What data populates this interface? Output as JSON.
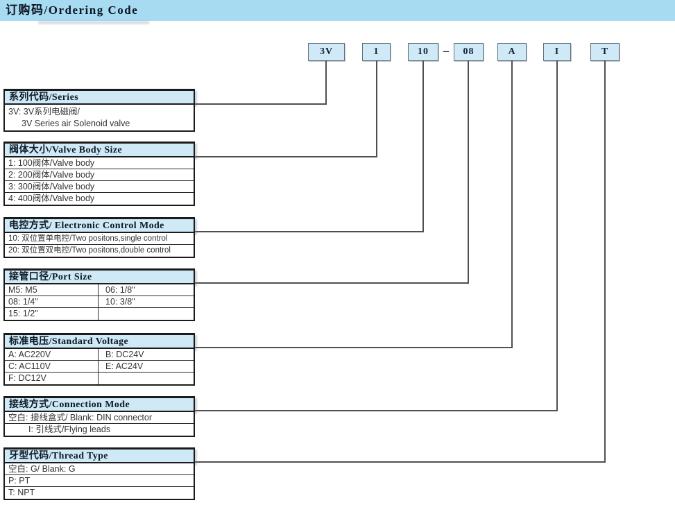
{
  "header": {
    "title": "订购码/Ordering Code"
  },
  "code": {
    "boxes": [
      "3V",
      "1",
      "10",
      "08",
      "A",
      "I",
      "T"
    ],
    "separator": "–"
  },
  "tables": [
    {
      "id": "series",
      "header": "系列代码/Series",
      "rows": [
        {
          "line1": "3V: 3V系列电磁阀/",
          "line2": "3V Series air Solenoid valve"
        }
      ]
    },
    {
      "id": "valve-body-size",
      "header": "阀体大小/Valve Body Size",
      "rows": [
        "1:  100阀体/Valve body",
        "2:  200阀体/Valve body",
        "3:  300阀体/Valve body",
        "4:  400阀体/Valve body"
      ]
    },
    {
      "id": "electronic-control-mode",
      "header": "电控方式/ Electronic Control Mode",
      "rows": [
        "10:  双位置单电控/Two positons,single control",
        "20:  双位置双电控/Two positons,double control"
      ]
    },
    {
      "id": "port-size",
      "header": "接管口径/Port Size",
      "rows": [
        [
          "M5:  M5",
          "06:  1/8\""
        ],
        [
          "08:  1/4\"",
          "10:  3/8\""
        ],
        [
          "15:  1/2\"",
          ""
        ]
      ]
    },
    {
      "id": "standard-voltage",
      "header": "标准电压/Standard Voltage",
      "rows": [
        [
          "A:  AC220V",
          "B:  DC24V"
        ],
        [
          "C:  AC110V",
          "E:  AC24V"
        ],
        [
          "F:  DC12V",
          ""
        ]
      ]
    },
    {
      "id": "connection-mode",
      "header": "接线方式/Connection Mode",
      "rows": [
        "空白:  接线盒式/ Blank:  DIN connector",
        "I:  引线式/Flying leads"
      ]
    },
    {
      "id": "thread-type",
      "header": "牙型代码/Thread Type",
      "rows": [
        "空白:  G/ Blank:  G",
        "P:  PT",
        "T:  NPT"
      ]
    }
  ],
  "colors": {
    "title_bar": "#a6dbf2",
    "box_fill": "#cfe9f6",
    "table_border": "#1b1b1b",
    "connector_line": "#4f4f4f"
  }
}
